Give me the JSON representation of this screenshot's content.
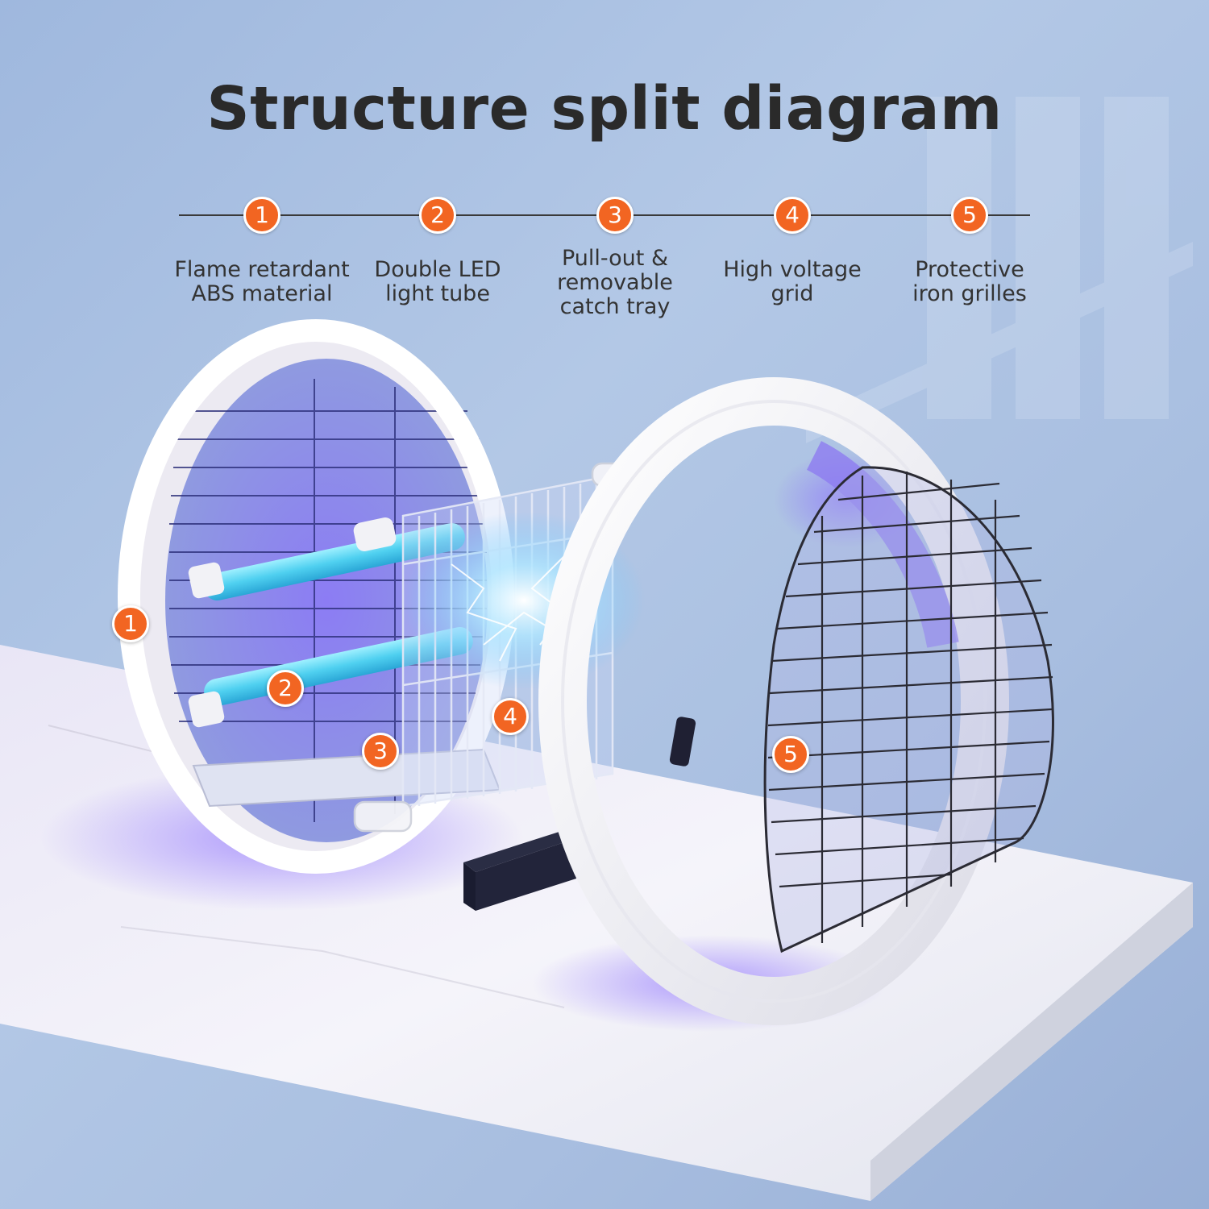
{
  "title": "Structure split diagram",
  "features": [
    {
      "num": "1",
      "label": "Flame retardant\nABS material"
    },
    {
      "num": "2",
      "label": "Double LED\nlight tube"
    },
    {
      "num": "3",
      "label": "Pull-out &\nremovable\ncatch tray"
    },
    {
      "num": "4",
      "label": "High voltage\ngrid"
    },
    {
      "num": "5",
      "label": "Protective\niron grilles"
    }
  ],
  "callouts": [
    "1",
    "2",
    "3",
    "4",
    "5"
  ],
  "colors": {
    "accent": "#f26522",
    "title": "#2a2a2a",
    "uv_glow": "#7b6cf0",
    "tube": "#5fd3f0"
  }
}
